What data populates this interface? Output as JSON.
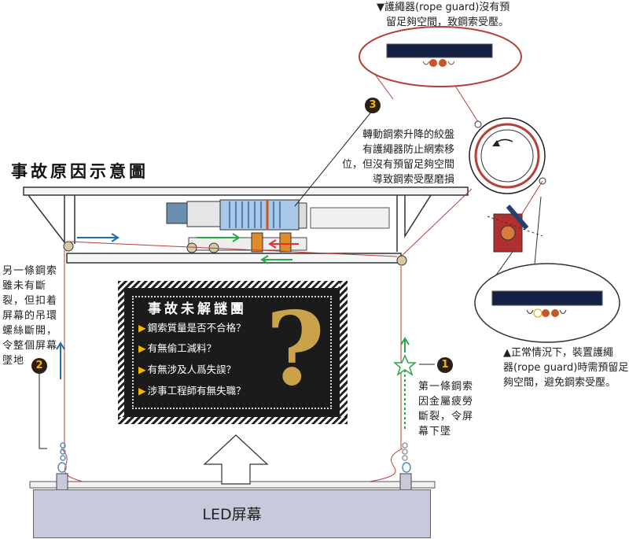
{
  "title": "事故原因示意圖",
  "callout_3": {
    "number": "3",
    "lines": [
      "轉動鋼索升降的絞盤",
      "有護繩器防止網索移",
      "位，但沒有預留足夠空間",
      "導致鋼索受壓磨損"
    ]
  },
  "top_note": {
    "lines": [
      "▼護繩器(rope guard)沒有預",
      "留足夠空間，致鋼索受壓。"
    ]
  },
  "bottom_note": {
    "lines": [
      "▲正常情況下，裝置護繩",
      "器(rope guard)時需預留足",
      "夠空間，避免鋼索受壓。"
    ]
  },
  "callout_1": {
    "number": "1",
    "lines": [
      "第一條鋼索",
      "因金屬疲勞",
      "斷裂，令屏",
      "幕下墜"
    ]
  },
  "callout_2": {
    "number": "2",
    "lines": [
      "另一條鋼索",
      "雖未有斷",
      "裂，但扣着",
      "屏幕的吊環",
      "螺絲斷開，",
      "令整個屏幕",
      "墜地"
    ]
  },
  "mystery": {
    "title": "事故未解謎團",
    "questions": [
      "鋼索質量是否不合格？",
      "有無偷工減料？",
      "有無涉及人爲失誤？",
      "涉事工程師有無失職？"
    ],
    "mark": "?"
  },
  "led_label": "LED屏幕",
  "colors": {
    "accent": "#f2b500",
    "arrow_blue": "#1a6fb5",
    "arrow_green": "#2aa84a",
    "panel": "#1b1b1b",
    "led_fill": "#c9c9dd",
    "cable_red": "#b5403a"
  }
}
